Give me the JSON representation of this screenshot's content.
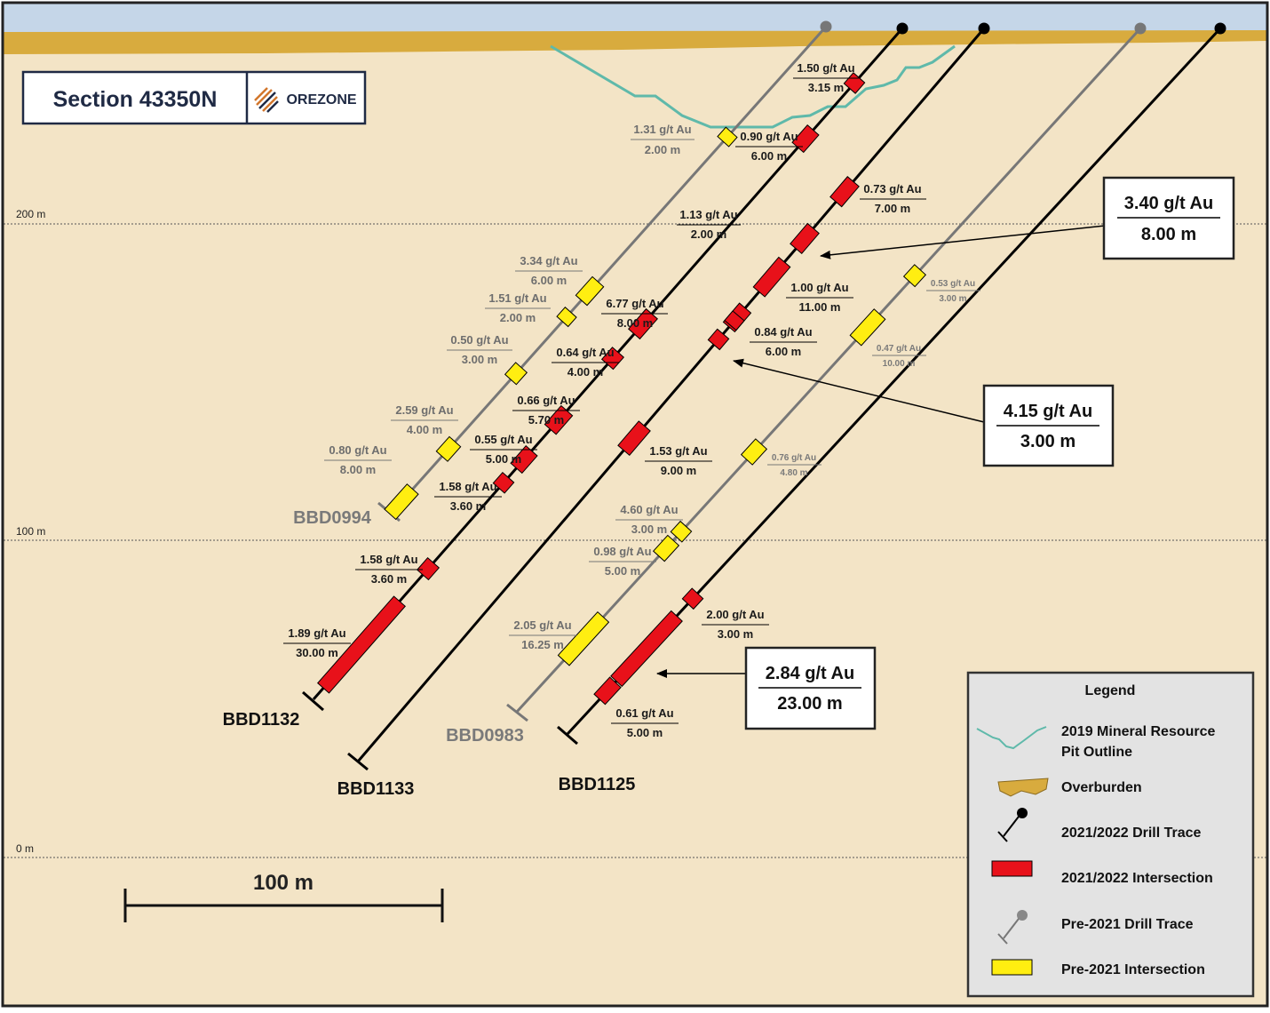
{
  "title": "Section 43350N",
  "logo_text": "OREZONE",
  "elevations": [
    "200 m",
    "100 m",
    "0 m"
  ],
  "scale_bar": "100 m",
  "holes": {
    "BBD0994": "BBD0994",
    "BBD1132": "BBD1132",
    "BBD1133": "BBD1133",
    "BBD0983": "BBD0983",
    "BBD1125": "BBD1125"
  },
  "intersections": [
    {
      "grade": "1.50 g/t Au",
      "length": "3.15 m"
    },
    {
      "grade": "0.90 g/t Au",
      "length": "6.00 m"
    },
    {
      "grade": "1.31 g/t Au",
      "length": "2.00 m"
    },
    {
      "grade": "0.73 g/t Au",
      "length": "7.00 m"
    },
    {
      "grade": "1.13 g/t Au",
      "length": "2.00 m"
    },
    {
      "grade": "3.34 g/t Au",
      "length": "6.00 m"
    },
    {
      "grade": "1.51 g/t Au",
      "length": "2.00 m"
    },
    {
      "grade": "6.77 g/t Au",
      "length": "8.00 m"
    },
    {
      "grade": "1.00 g/t Au",
      "length": "11.00 m"
    },
    {
      "grade": "0.53 g/t Au",
      "length": "3.00 m"
    },
    {
      "grade": "0.50 g/t Au",
      "length": "3.00 m"
    },
    {
      "grade": "0.84 g/t Au",
      "length": "6.00 m"
    },
    {
      "grade": "0.64 g/t Au",
      "length": "4.00 m"
    },
    {
      "grade": "0.47 g/t Au",
      "length": "10.00 m"
    },
    {
      "grade": "0.66 g/t Au",
      "length": "5.70 m"
    },
    {
      "grade": "2.59 g/t Au",
      "length": "4.00 m"
    },
    {
      "grade": "0.55 g/t Au",
      "length": "5.00 m"
    },
    {
      "grade": "1.53 g/t Au",
      "length": "9.00 m"
    },
    {
      "grade": "0.76 g/t Au",
      "length": "4.80 m"
    },
    {
      "grade": "0.80 g/t Au",
      "length": "8.00 m"
    },
    {
      "grade": "1.58 g/t Au",
      "length": "3.60 m"
    },
    {
      "grade": "4.60 g/t Au",
      "length": "3.00 m"
    },
    {
      "grade": "0.98 g/t Au",
      "length": "5.00 m"
    },
    {
      "grade": "1.58 g/t Au",
      "length": "3.60 m"
    },
    {
      "grade": "2.05 g/t Au",
      "length": "16.25 m"
    },
    {
      "grade": "2.00 g/t Au",
      "length": "3.00 m"
    },
    {
      "grade": "1.89 g/t Au",
      "length": "30.00 m"
    },
    {
      "grade": "0.61 g/t Au",
      "length": "5.00 m"
    }
  ],
  "callouts": [
    {
      "grade": "3.40 g/t Au",
      "length": "8.00 m"
    },
    {
      "grade": "4.15 g/t Au",
      "length": "3.00 m"
    },
    {
      "grade": "2.84 g/t Au",
      "length": "23.00 m"
    }
  ],
  "legend": {
    "title": "Legend",
    "pit_line1": "2019 Mineral Resource",
    "pit_line2": "Pit Outline",
    "overburden": "Overburden",
    "new_trace": "2021/2022 Drill Trace",
    "new_intersection": "2021/2022 Intersection",
    "old_trace": "Pre-2021 Drill Trace",
    "old_intersection": "Pre-2021 Intersection"
  },
  "colors": {
    "sky": "#c5d6e8",
    "ground": "#f3e4c6",
    "overburden": "#d8ab3e",
    "pit": "#5fb9aa",
    "new_intersection": "#e8111a",
    "old_intersection": "#ffee11",
    "new_trace": "#000000",
    "old_trace": "#777777"
  }
}
